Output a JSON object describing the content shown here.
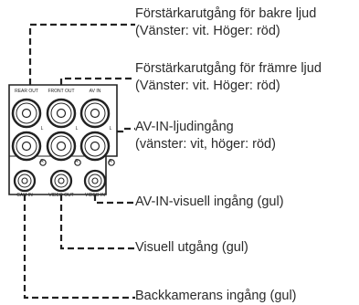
{
  "panel": {
    "jack_labels": {
      "rear_out": "REAR OUT",
      "front_out": "FRONT OUT",
      "av_in": "AV IN",
      "cam_in": "CAM IN",
      "video_out": "VIDEO OUT",
      "video_in": "VIDEO IN",
      "left_marker": "L",
      "right_marker": "R"
    }
  },
  "callouts": {
    "rear_out": {
      "line1": "Förstärkarutgång för bakre ljud",
      "line2": "(Vänster: vit. Höger: röd)"
    },
    "front_out": {
      "line1": "Förstärkarutgång för främre ljud",
      "line2": "(Vänster: vit. Höger: röd)"
    },
    "av_in_audio": {
      "line1": "AV-IN-ljudingång",
      "line2": "(vänster: vit, höger: röd)"
    },
    "av_in_video": {
      "line1": "AV-IN-visuell ingång (gul)"
    },
    "video_out": {
      "line1": "Visuell utgång (gul)"
    },
    "cam_in": {
      "line1": "Backkamerans ingång (gul)"
    }
  },
  "colors": {
    "ink": "#222222",
    "text": "#2b2b2b",
    "background": "#ffffff"
  }
}
